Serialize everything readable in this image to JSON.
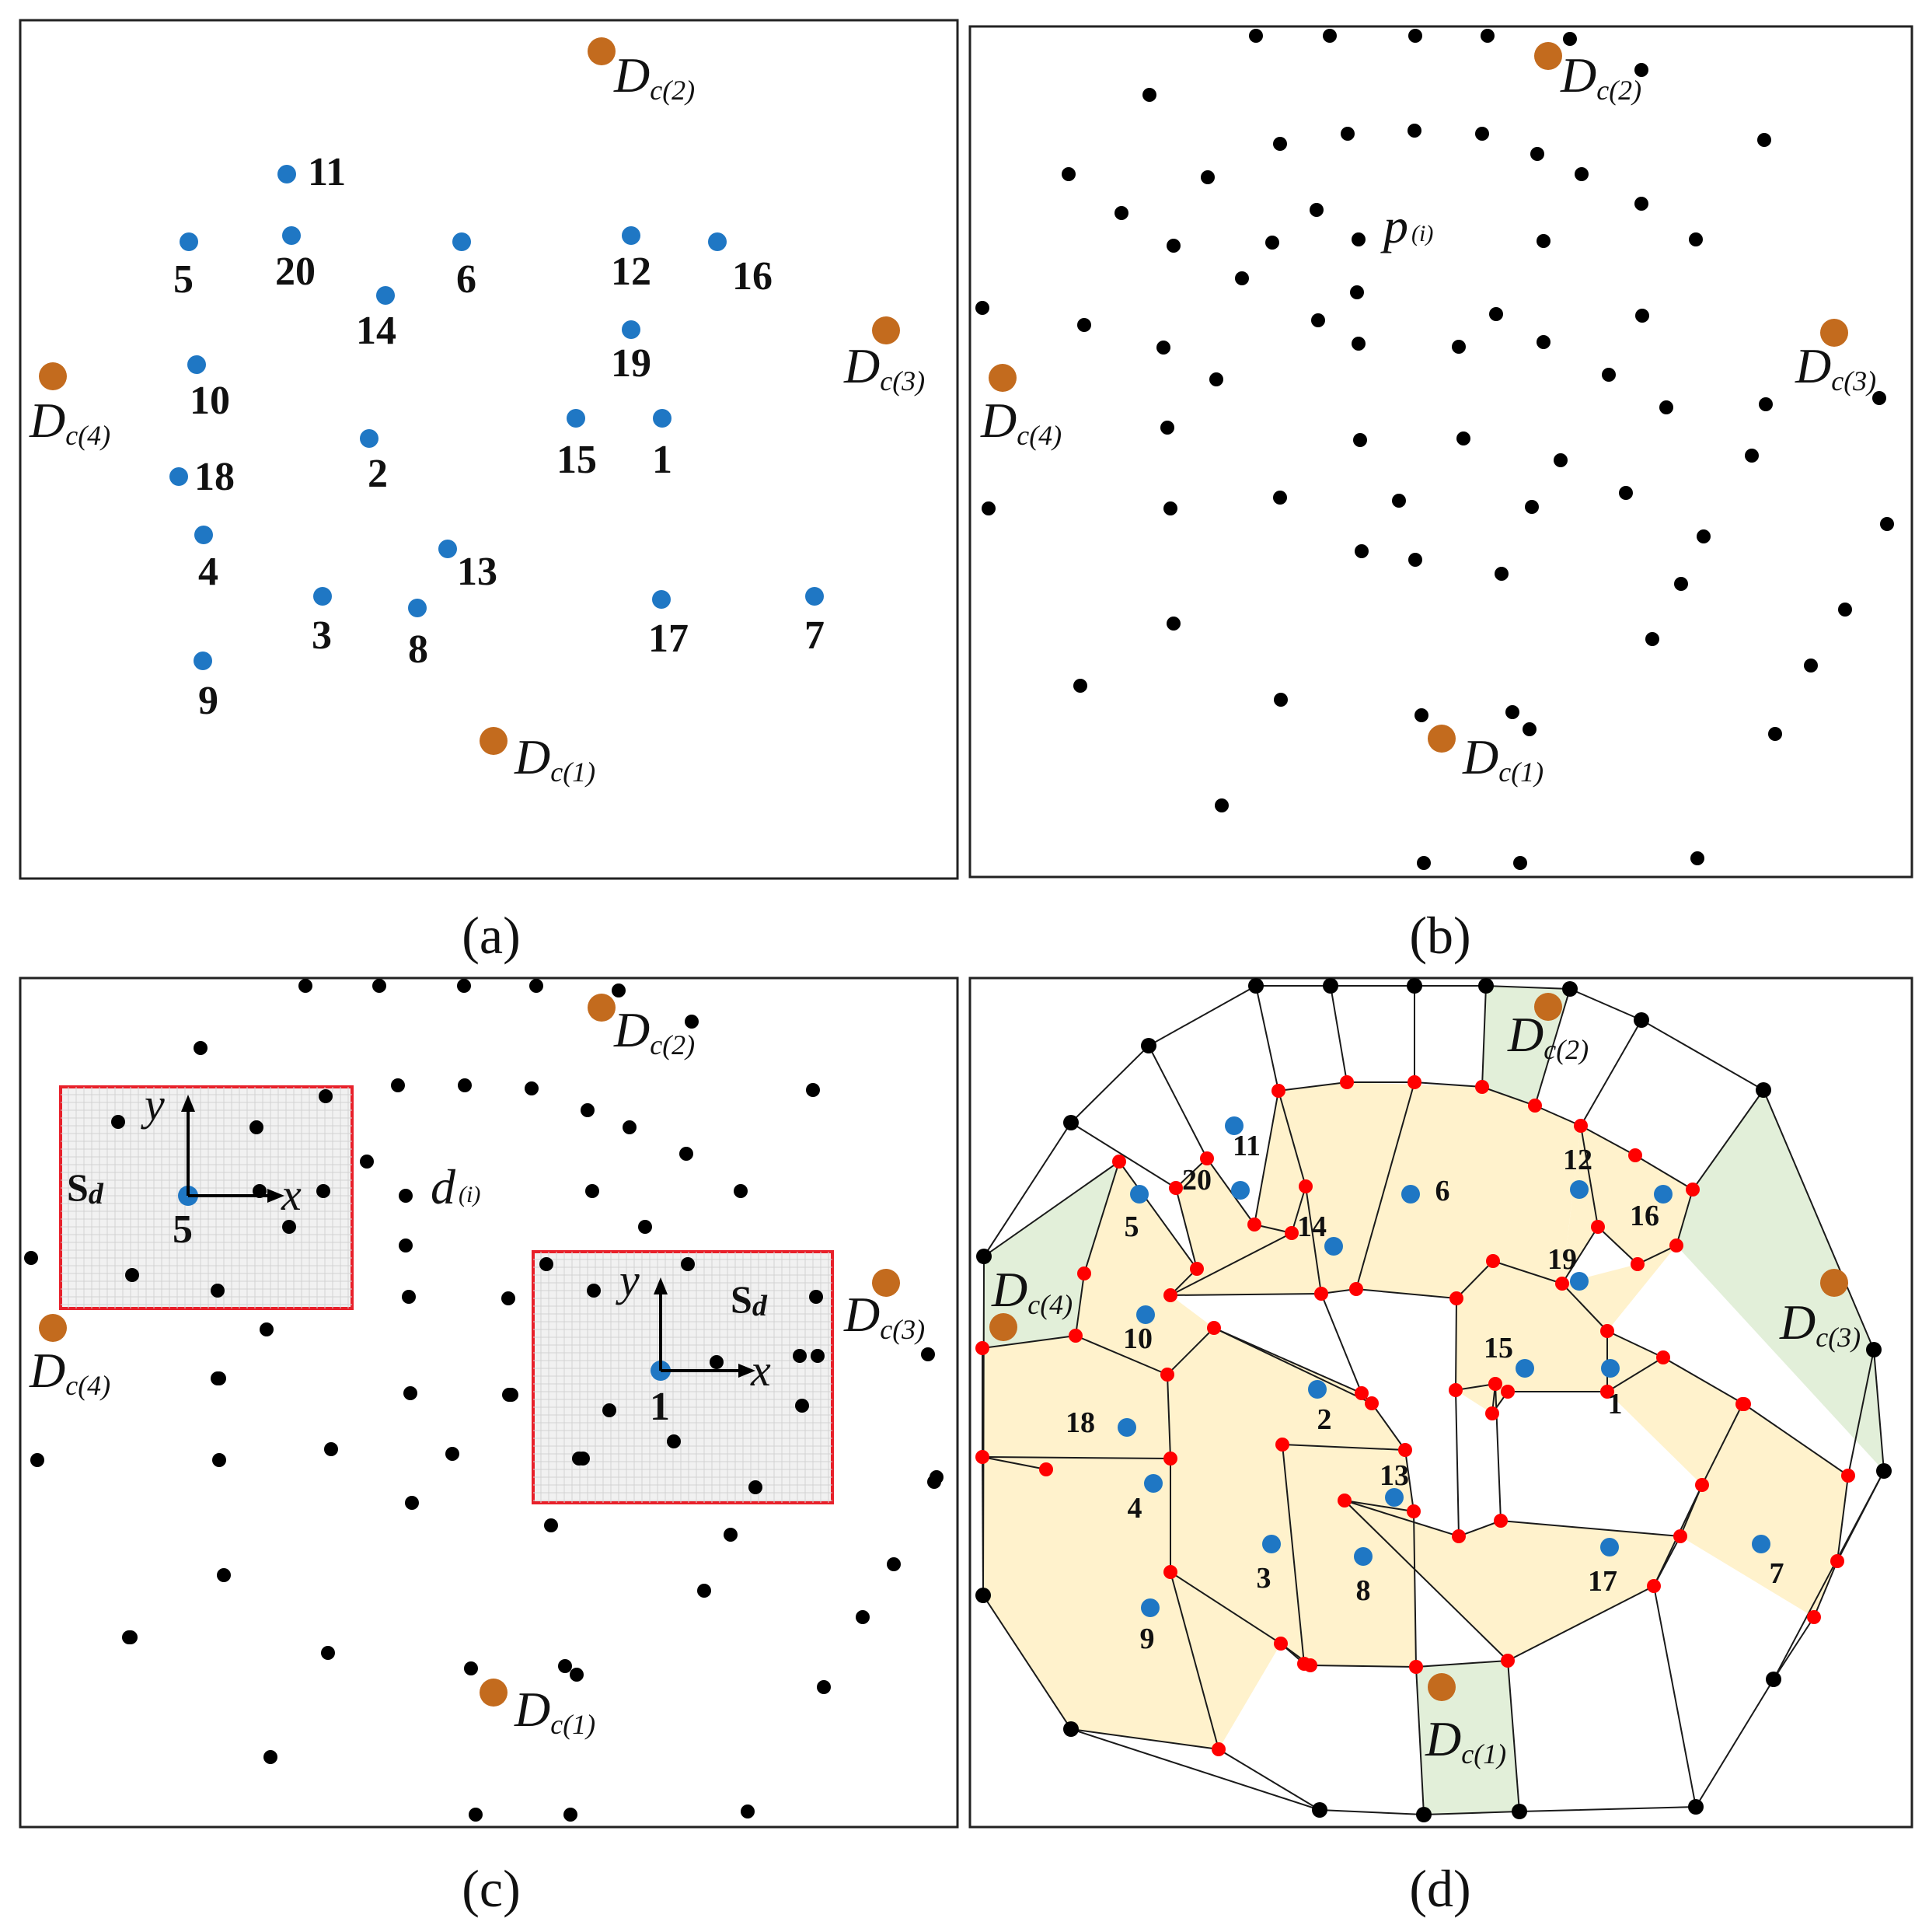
{
  "captions": {
    "a": "(a)",
    "b": "(b)",
    "c": "(c)",
    "d": "(d)"
  },
  "depots": [
    {
      "letter": "D",
      "sub": "c(1)"
    },
    {
      "letter": "D",
      "sub": "c(2)"
    },
    {
      "letter": "D",
      "sub": "c(3)"
    },
    {
      "letter": "D",
      "sub": "c(4)"
    }
  ],
  "panel_b": {
    "point_label": {
      "letter": "p",
      "sub": "(i)"
    }
  },
  "panel_c": {
    "point_label": {
      "letter": "d",
      "sub": "(i)"
    },
    "grid_label": {
      "letter": "S",
      "sub": "d"
    },
    "axes": {
      "x": "x",
      "y": "y"
    },
    "grid_centers": [
      "5",
      "1"
    ]
  },
  "customers": [
    "1",
    "2",
    "3",
    "4",
    "5",
    "6",
    "7",
    "8",
    "9",
    "10",
    "11",
    "12",
    "13",
    "14",
    "15",
    "16",
    "17",
    "18",
    "19",
    "20"
  ],
  "colors": {
    "customer": "#1f77c4",
    "depot": "#c36b1e",
    "node": "#000000",
    "boundary_node": "#ff0000",
    "region_fill": "#fff2cc",
    "depot_region_fill": "#e2efd9",
    "grid_border": "#e8202a"
  }
}
